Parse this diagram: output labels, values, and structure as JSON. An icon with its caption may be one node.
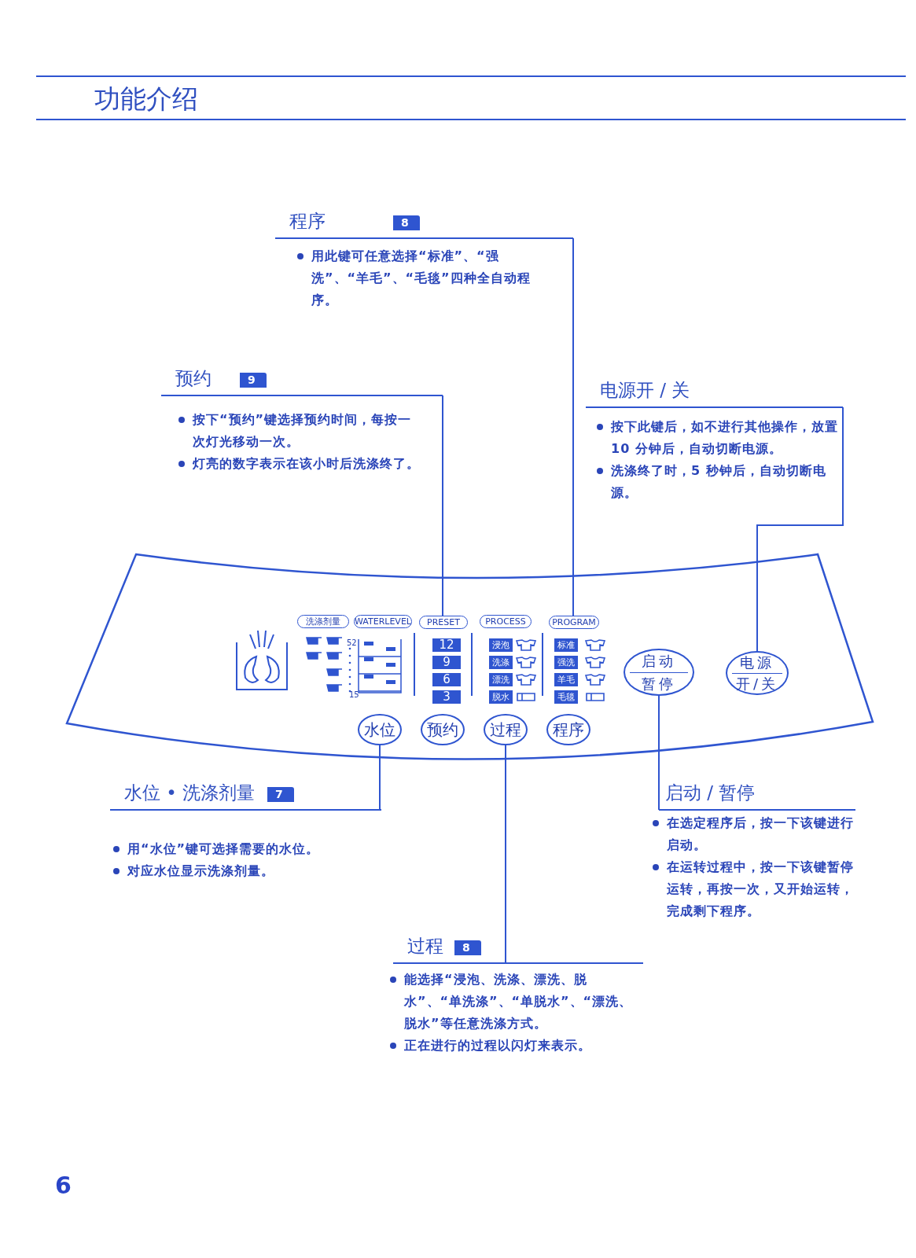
{
  "diagram": {
    "title": "功能介绍",
    "nodes": [
      {
        "text": [
          "程序",
          "8",
          "用此键可任意选择“标准”、“强洗”、“羊毛”、“毛毯”四种全自动程序。"
        ]
      },
      {
        "text": [
          "预约",
          "9",
          "按下“预约”键选择预约时间，每按一次灯光移动一次。",
          "灯亮的数字表示在该小时后洗涤终了。"
        ]
      },
      {
        "text": [
          "电源开 / 关",
          "按下此键后，如不进行其他操作，放置10 分钟后，自动切断电源。",
          "洗涤终了时，5 秒钟后，自动切断电源。"
        ]
      },
      {
        "text": [],
        "shape": "box"
      },
      {
        "text": [
          "PRESET"
        ],
        "in": 3
      },
      {
        "text": [
          "PROGRAM"
        ],
        "in": 3
      },
      {
        "text": [
          "启动",
          "暂停"
        ],
        "in": 3
      },
      {
        "text": [
          "电源",
          "开/关"
        ],
        "in": 3
      },
      {
        "text": [
          "水位"
        ],
        "in": 3
      },
      {
        "text": [
          "预约"
        ],
        "in": 3
      },
      {
        "text": [
          "过程"
        ],
        "in": 3
      },
      {
        "text": [
          "程序"
        ],
        "in": 3
      },
      {
        "text": [
          "水位 • 洗涤剂量",
          "7",
          "用“水位”键可选择需要的水位。",
          "对应水位显示洗涤剂量。"
        ]
      },
      {
        "text": [
          "启动 / 暂停",
          "在选定程序后，按一下该键进行启动。",
          "在运转过程中，按一下该键暂停运转，再按一次，又开始运转，完成剩下程序。"
        ]
      },
      {
        "text": [
          "过程",
          "8",
          "能选择“浸泡、洗涤、漂洗、脱水”、“单洗涤”、“单脱水”、“漂洗、脱水”等任意洗涤方式。",
          "正在进行的过程以闪灯来表示。"
        ]
      },
      {
        "text": [
          "洗涤剂量"
        ],
        "in": 3
      },
      {
        "text": [
          "WATERLEVEL"
        ],
        "in": 3
      },
      {
        "text": [
          "PROCESS"
        ],
        "in": 3
      },
      {
        "text": [
          "12"
        ],
        "in": 3
      },
      {
        "text": [
          "9"
        ],
        "in": 3
      },
      {
        "text": [
          "6"
        ],
        "in": 3
      },
      {
        "text": [
          "3"
        ],
        "in": 3
      },
      {
        "text": [
          "浸泡"
        ],
        "in": 3
      },
      {
        "text": [
          "洗涤"
        ],
        "in": 3
      },
      {
        "text": [
          "漂洗"
        ],
        "in": 3
      },
      {
        "text": [
          "脱水"
        ],
        "in": 3
      },
      {
        "text": [
          "标准"
        ],
        "in": 3
      },
      {
        "text": [
          "强洗"
        ],
        "in": 3
      },
      {
        "text": [
          "羊毛"
        ],
        "in": 3
      },
      {
        "text": [
          "毛毯"
        ],
        "in": 3
      }
    ],
    "edges": [
      {
        "from": 0,
        "to": 5,
        "arrow": "none"
      },
      {
        "from": 1,
        "to": 4,
        "arrow": "none"
      },
      {
        "from": 2,
        "to": 7,
        "arrow": "none"
      },
      {
        "from": 8,
        "to": 12,
        "arrow": "none"
      },
      {
        "from": 10,
        "to": 14,
        "arrow": "none"
      },
      {
        "from": 6,
        "to": 13,
        "arrow": "none"
      }
    ],
    "labels": [
      "52",
      "15",
      "6"
    ]
  }
}
